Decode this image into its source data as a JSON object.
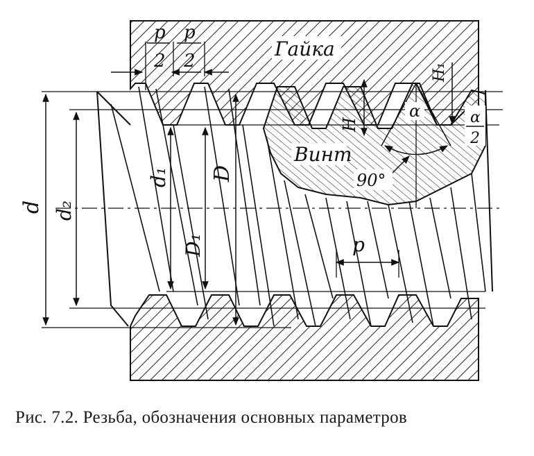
{
  "figure": {
    "labels": {
      "p": "p",
      "two": "2",
      "nut": "Гайка",
      "screw": "Винт",
      "H": "H",
      "H1": "H₁",
      "alpha": "α",
      "alpha_half_num": "α",
      "alpha_half_den": "2",
      "right_angle": "90°",
      "d": "d",
      "d2": "d₂",
      "d1": "d₁",
      "D": "D",
      "D1": "D₁",
      "pitch": "p"
    }
  },
  "caption": {
    "text": "Рис. 7.2. Резьба, обозначения основных параметров"
  }
}
